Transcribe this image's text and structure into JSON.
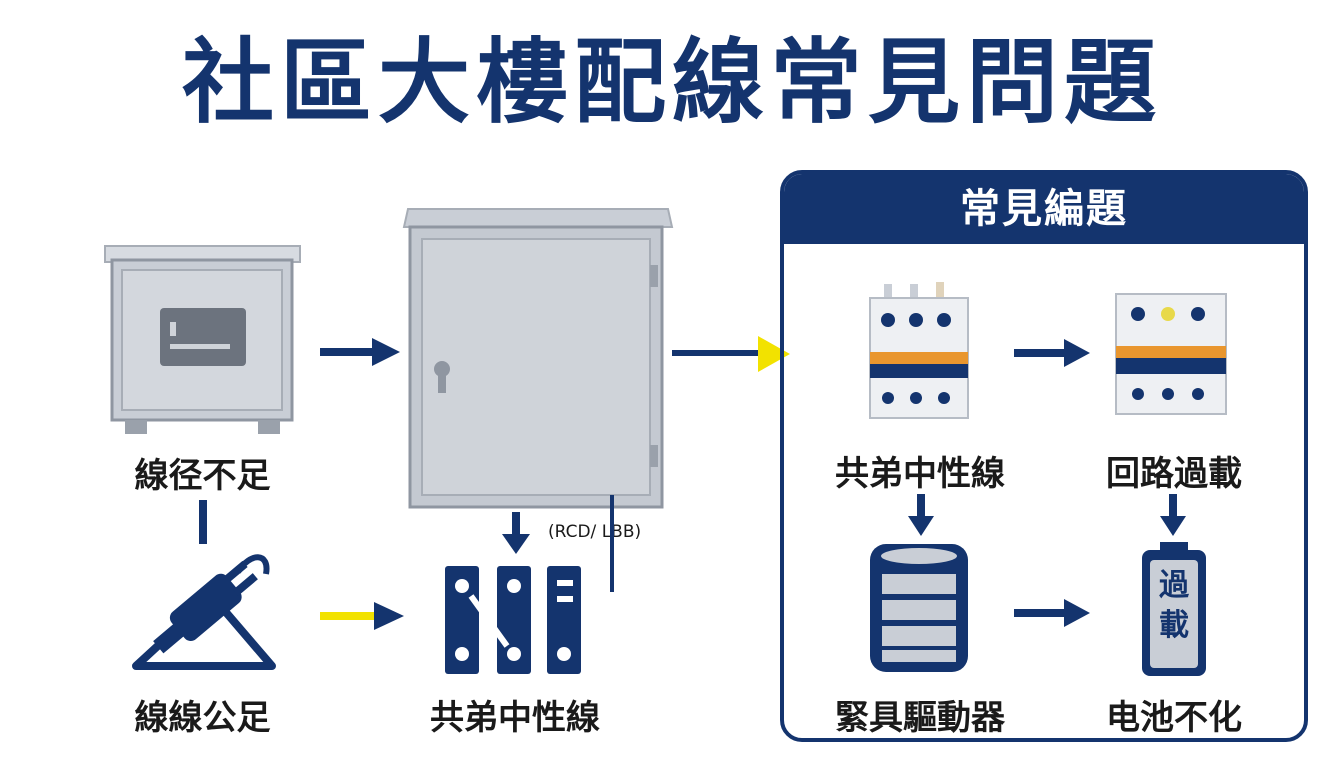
{
  "title": "社區大樓配線常見問題",
  "panel": {
    "heading": "常見編題"
  },
  "labels": {
    "meter_box": "線径不足",
    "plug": "線線公足",
    "switch_block": "共弟中性線",
    "breaker_left": "共弟中性線",
    "breaker_right": "回路過載",
    "battery_drum": "緊具驅動器",
    "battery_cell": "电池不化",
    "rcd_note": "(RCD/ LBB)"
  },
  "battery_cell_text": {
    "line1": "過",
    "line2": "載"
  },
  "colors": {
    "navy": "#14346e",
    "yellow": "#f2e200",
    "gray": "#c9ced6",
    "orange": "#e9962e"
  },
  "icons": [
    "meter-box-icon",
    "plug-icon",
    "cabinet-icon",
    "switch-block-icon",
    "breaker-icon",
    "drum-battery-icon",
    "battery-cell-icon"
  ]
}
